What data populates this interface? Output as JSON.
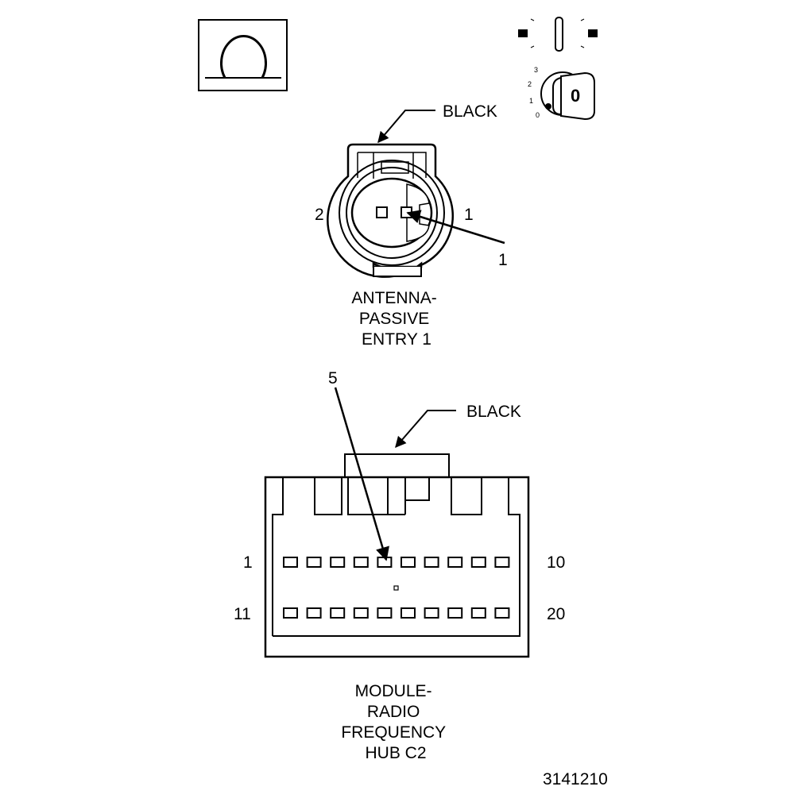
{
  "figure_id": "3141210",
  "icons": {
    "ohm": {
      "name": "ohmmeter-icon",
      "glyph": "Ω"
    },
    "ignition": {
      "name": "ignition-key-icon",
      "positions": [
        "3",
        "2",
        "1",
        "0"
      ],
      "key_label": "0"
    }
  },
  "antenna_connector": {
    "color_label": "BLACK",
    "pin_labels": {
      "left": "2",
      "right": "1"
    },
    "callout": "1",
    "title_lines": [
      "ANTENNA-",
      "PASSIVE",
      "ENTRY 1"
    ]
  },
  "hub_connector": {
    "color_label": "BLACK",
    "callout": "5",
    "row_labels": {
      "top_left": "1",
      "top_right": "10",
      "bottom_left": "11",
      "bottom_right": "20"
    },
    "pins_per_row": 10,
    "title_lines": [
      "MODULE-",
      "RADIO",
      "FREQUENCY",
      "HUB C2"
    ]
  },
  "colors": {
    "ink": "#000000",
    "paper": "#ffffff"
  }
}
